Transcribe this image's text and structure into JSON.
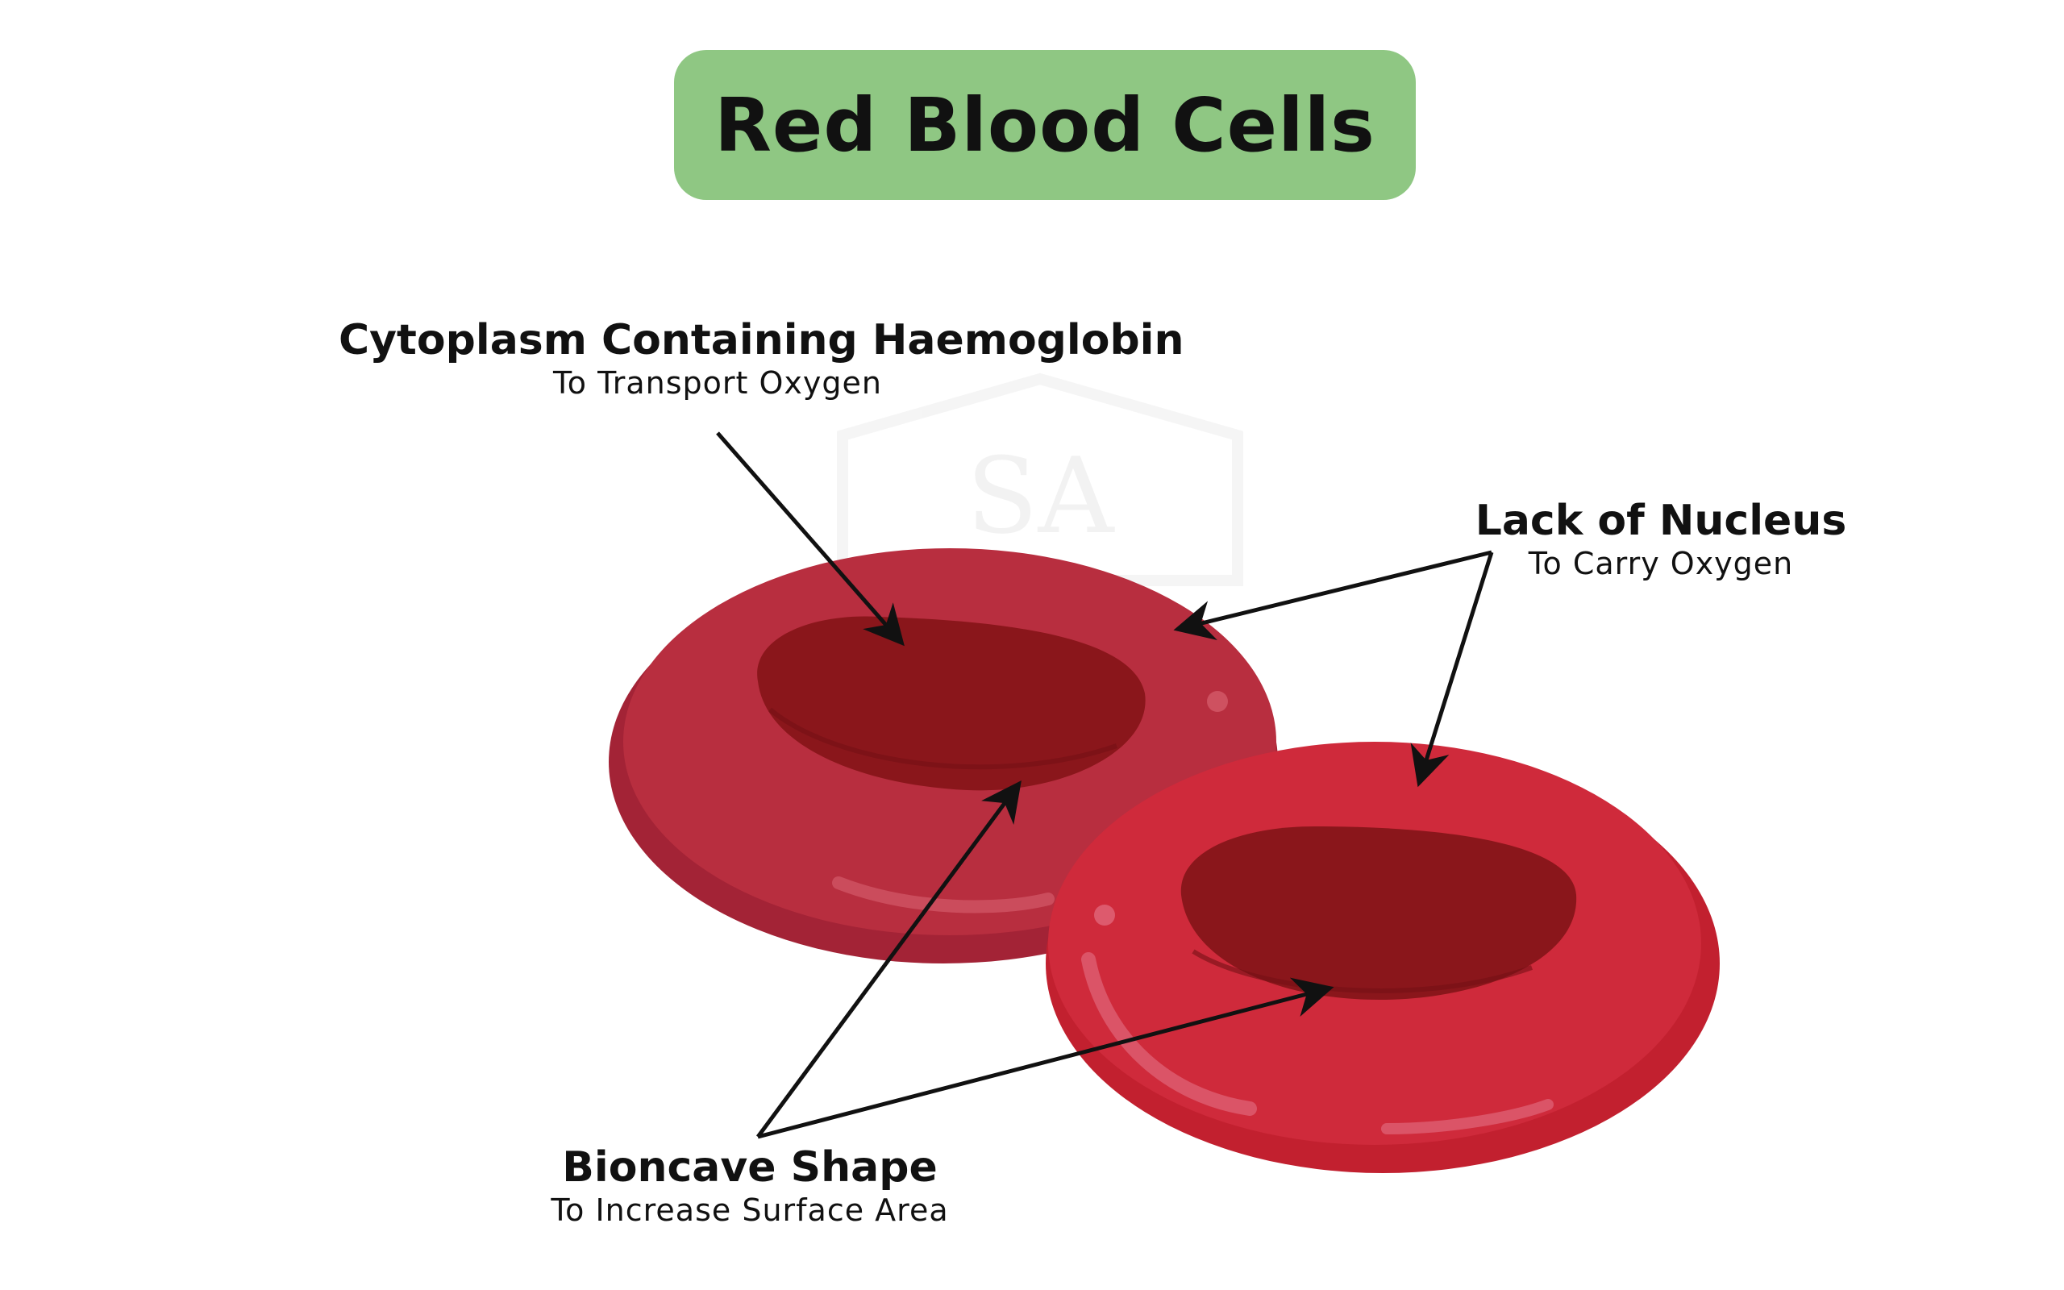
{
  "title": "Red Blood Cells",
  "labels": {
    "cytoplasm": {
      "main": "Cytoplasm Containing Haemoglobin",
      "sub": "To Transport Oxygen"
    },
    "nucleus": {
      "main": "Lack of Nucleus",
      "sub": "To Carry Oxygen"
    },
    "shape": {
      "main": "Bioncave Shape",
      "sub": "To Increase Surface Area"
    }
  },
  "watermark": "SA",
  "colors": {
    "title_bg": "#8fc783",
    "cell_back": "#b82e3f",
    "cell_back_dark": "#a32336",
    "cell_front": "#cf2a3b",
    "cell_front_dark": "#c2202f",
    "center": "#8a161b",
    "arrow": "#111111"
  }
}
